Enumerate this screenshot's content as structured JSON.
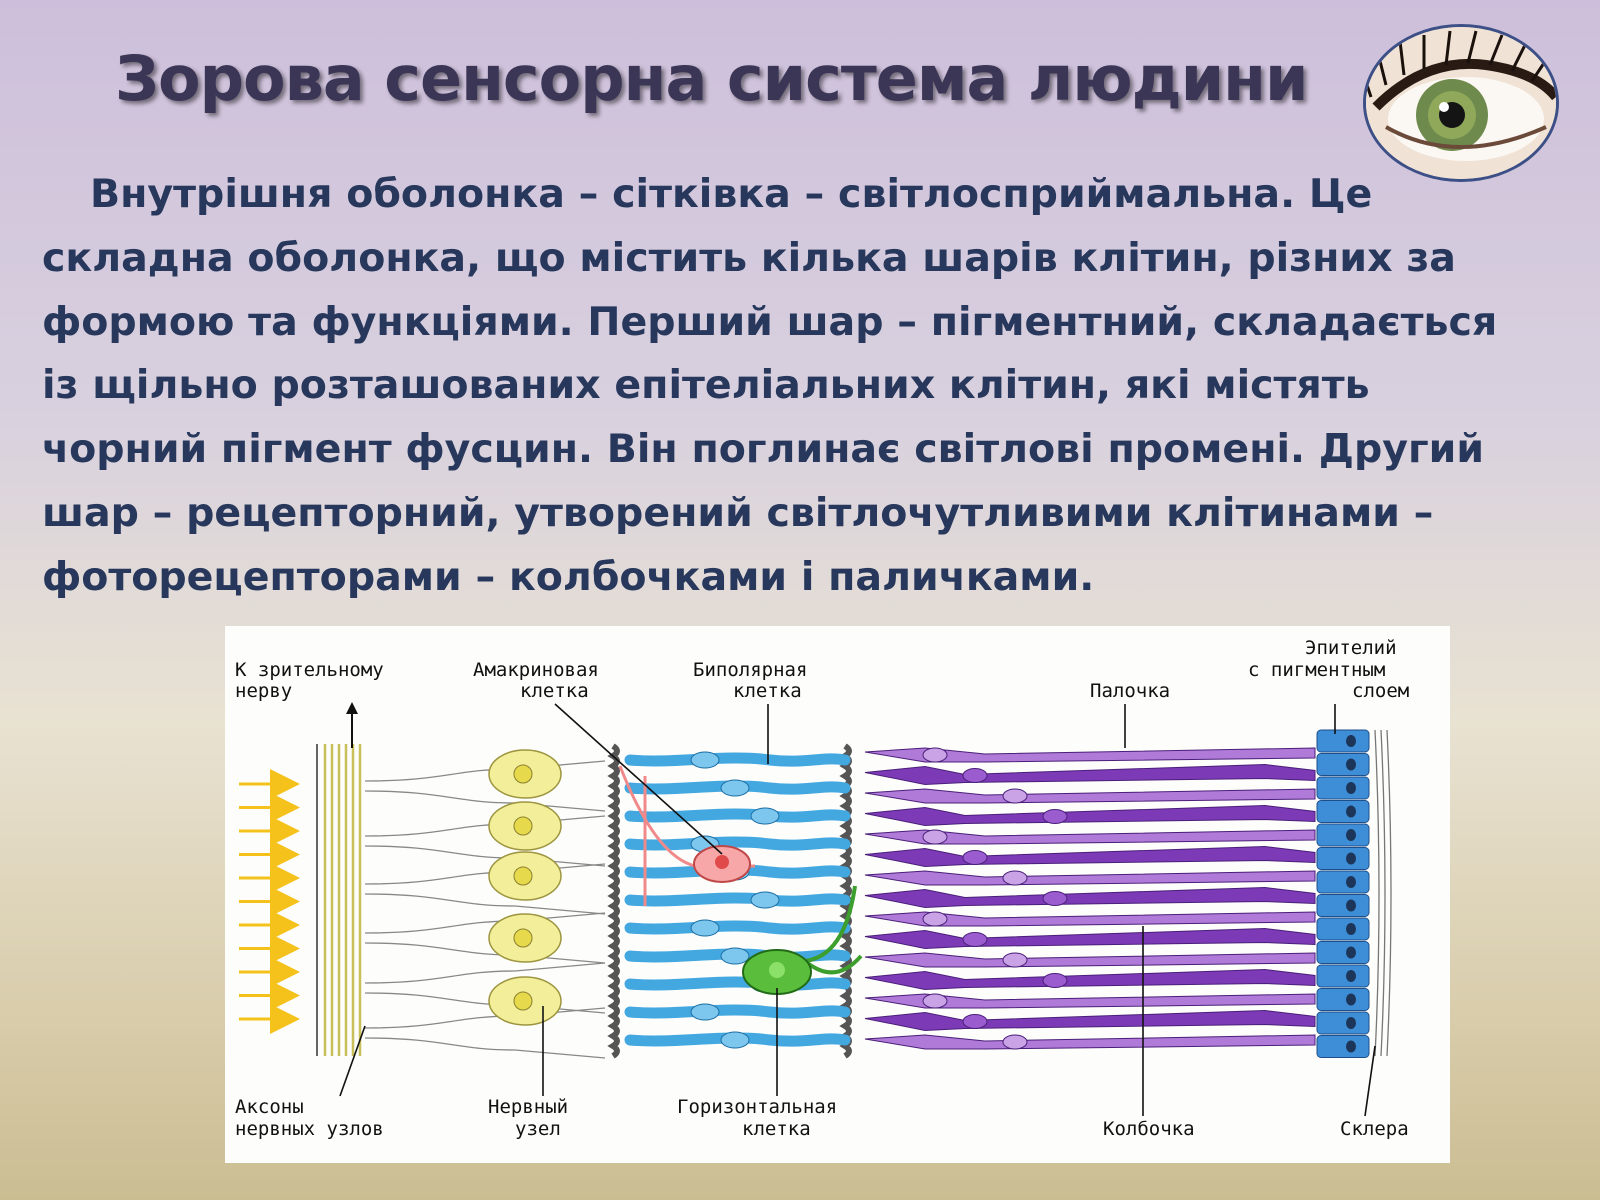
{
  "slide": {
    "title": "Зорова сенсорна система людини",
    "body": "Внутрішня оболонка – сітківка – світлосприймальна. Це складна оболонка, що містить кілька шарів клітин, різних за формою та функціями. Перший шар – пігментний, складається із щільно розташованих епітеліальних клітин, які містять чорний пігмент фусцин. Він поглинає світлові промені. Другий шар – рецепторний, утворений світлочутливими клітинами – фоторецепторами – колбочками і паличками."
  },
  "icons": {
    "eye": "eye-photo",
    "arrow": "arrow-up-icon",
    "light": "light-arrow-icon"
  },
  "colors": {
    "title": "#3c3656",
    "text": "#27385c",
    "ganglion": "#f2ee9a",
    "bipolar": "#43a7e0",
    "amacrine": "#f08a8a",
    "horizontal": "#3c9e2c",
    "rod": "#b07ad8",
    "cone": "#7d3ab6",
    "epithelium": "#3d8ed6"
  },
  "diagram": {
    "labels": {
      "to_nerve_1": "К зрительному",
      "to_nerve_2": "нерву",
      "amacrine_1": "Амакриновая",
      "amacrine_2": "клетка",
      "bipolar_1": "Биполярная",
      "bipolar_2": "клетка",
      "rod": "Палочка",
      "epithelium_1": "Эпителий",
      "epithelium_2": "с пигментным",
      "epithelium_3": "слоем",
      "axons_1": "Аксоны",
      "axons_2": "нервных узлов",
      "ganglion_1": "Нервный",
      "ganglion_2": "узел",
      "horizontal_1": "Горизонтальная",
      "horizontal_2": "клетка",
      "cone": "Колбочка",
      "sclera": "Склера"
    }
  }
}
